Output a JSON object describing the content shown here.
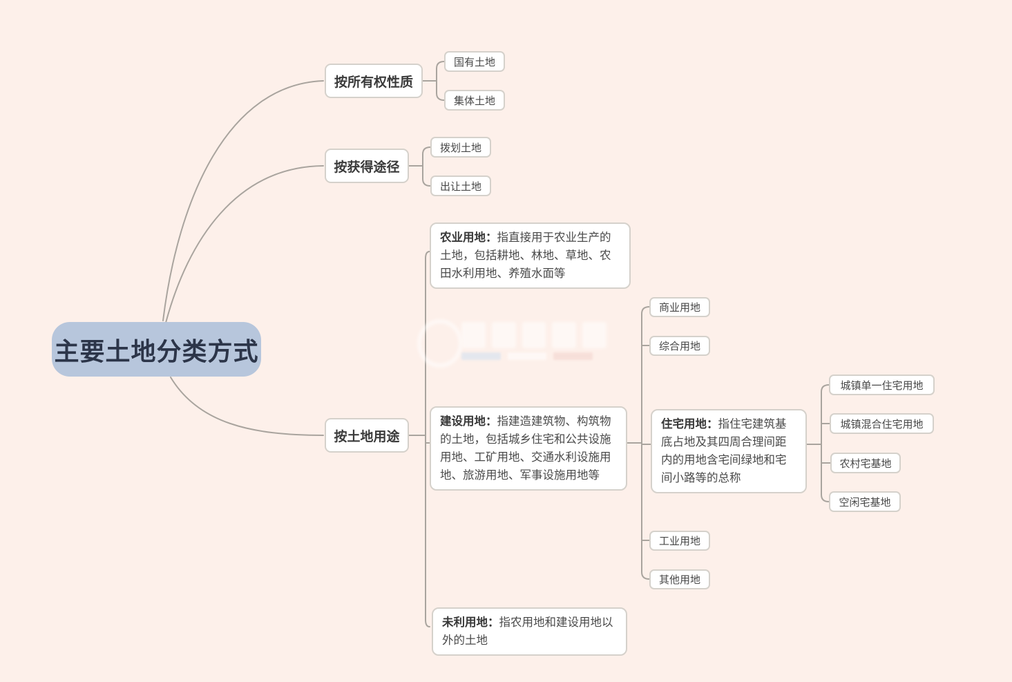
{
  "canvas": {
    "background": "#fdf0ea",
    "connector_color": "#a9a49e"
  },
  "root": {
    "label": "主要土地分类方式",
    "fill": "#b7c6dc",
    "text_color": "#2c3549"
  },
  "branches": [
    {
      "label": "按所有权性质",
      "children": [
        {
          "label": "国有土地"
        },
        {
          "label": "集体土地"
        }
      ]
    },
    {
      "label": "按获得途径",
      "children": [
        {
          "label": "拨划土地"
        },
        {
          "label": "出让土地"
        }
      ]
    },
    {
      "label": "按土地用途",
      "children": [
        {
          "term": "农业用地",
          "colon": "：",
          "desc": "指直接用于农业生产的土地，包括耕地、林地、草地、农田水利用地、养殖水面等"
        },
        {
          "term": "建设用地",
          "colon": "：",
          "desc": "指建造建筑物、构筑物的土地，包括城乡住宅和公共设施用地、工矿用地、交通水利设施用地、旅游用地、军事设施用地等",
          "children": [
            {
              "label": "商业用地"
            },
            {
              "label": "综合用地"
            },
            {
              "term": "住宅用地",
              "colon": "：",
              "desc": "指住宅建筑基底占地及其四周合理间距内的用地含宅间绿地和宅间小路等的总称",
              "children": [
                {
                  "label": "城镇单一住宅用地"
                },
                {
                  "label": "城镇混合住宅用地"
                },
                {
                  "label": "农村宅基地"
                },
                {
                  "label": "空闲宅基地"
                }
              ]
            },
            {
              "label": "工业用地"
            },
            {
              "label": "其他用地"
            }
          ]
        },
        {
          "term": "未利用地",
          "colon": "：",
          "desc": "指农用地和建设用地以外的土地"
        }
      ]
    }
  ],
  "watermark": {
    "legible": false,
    "colors": {
      "main": "#ffffff",
      "accent_blue": "#cfe0f2",
      "accent_red": "#f2d2cc"
    }
  }
}
